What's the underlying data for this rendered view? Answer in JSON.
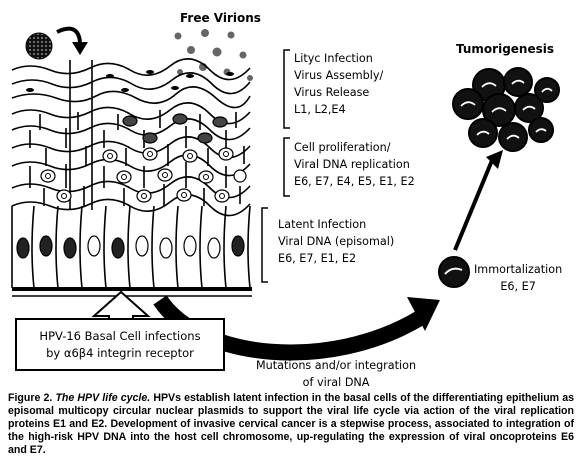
{
  "figure": {
    "labels": {
      "free_virions": "Free Virions",
      "lytic": "Lityc Infection\nVirus Assembly/\nVirus Release\nL1, L2,E4",
      "proliferation": "Cell proliferation/\nViral DNA replication\nE6, E7, E4, E5, E1, E2",
      "latent": "Latent Infection\nViral DNA (episomal)\nE6, E7, E1, E2",
      "tumorigenesis": "Tumorigenesis",
      "immortalization": "Immortalization\nE6, E7",
      "mutations": "Mutations and/or integration\nof viral DNA",
      "basal_box": "HPV-16 Basal Cell infections\nby α6β4 integrin receptor"
    },
    "caption": {
      "prefix": "Figure 2. ",
      "title": "The HPV life cycle.",
      "body": " HPVs establish latent infection in the basal cells of the differentiating epithelium as episomal multicopy circular nuclear plasmids to support the viral life cycle via action of the viral replication proteins E1 and E2. Development of invasive cervical cancer is a stepwise process, associated to integration of the high-risk HPV DNA into the host cell chromosome, up-regulating the expression of viral oncoproteins E6  and E7."
    }
  }
}
